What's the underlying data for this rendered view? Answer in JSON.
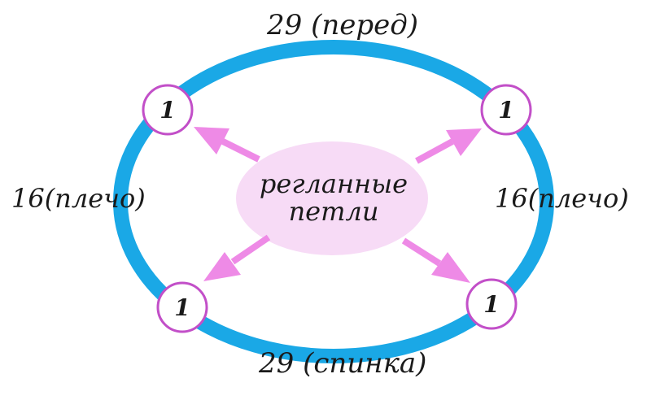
{
  "labels": {
    "top": "29 (перед)",
    "bottom": "29 (спинка)",
    "left": "16(плечо)",
    "right": "16(плечо)"
  },
  "center": {
    "line1": "регланные",
    "line2": "петли"
  },
  "nodes": {
    "top_left": "1",
    "top_right": "1",
    "bottom_left": "1",
    "bottom_right": "1"
  },
  "colors": {
    "ring": "#1aa8e6",
    "node_border": "#c24fc8",
    "arrow": "#ee8ae6",
    "center_fill": "#f7dbf6"
  }
}
